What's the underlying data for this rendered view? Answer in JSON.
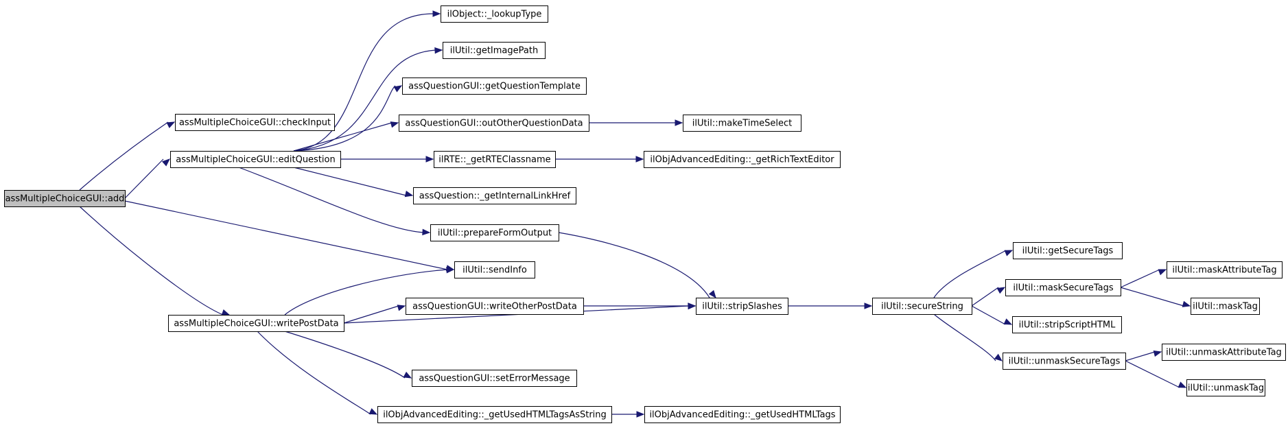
{
  "graph": {
    "edge_color": "#191970",
    "root_fill": "#bfbfbf",
    "nodes": [
      {
        "id": "add",
        "label": "assMultipleChoiceGUI::add",
        "root": true
      },
      {
        "id": "checkInput",
        "label": "assMultipleChoiceGUI::checkInput"
      },
      {
        "id": "editQuestion",
        "label": "assMultipleChoiceGUI::editQuestion"
      },
      {
        "id": "writePostData",
        "label": "assMultipleChoiceGUI::writePostData"
      },
      {
        "id": "lookupType",
        "label": "ilObject::_lookupType"
      },
      {
        "id": "getImagePath",
        "label": "ilUtil::getImagePath"
      },
      {
        "id": "getQuestionTemplate",
        "label": "assQuestionGUI::getQuestionTemplate"
      },
      {
        "id": "outOtherQuestionData",
        "label": "assQuestionGUI::outOtherQuestionData"
      },
      {
        "id": "getRTEClassname",
        "label": "ilRTE::_getRTEClassname"
      },
      {
        "id": "getInternalLinkHref",
        "label": "assQuestion::_getInternalLinkHref"
      },
      {
        "id": "prepareFormOutput",
        "label": "ilUtil::prepareFormOutput"
      },
      {
        "id": "sendInfo",
        "label": "ilUtil::sendInfo"
      },
      {
        "id": "writeOtherPostData",
        "label": "assQuestionGUI::writeOtherPostData"
      },
      {
        "id": "setErrorMessage",
        "label": "assQuestionGUI::setErrorMessage"
      },
      {
        "id": "getUsedHTMLTagsAsString",
        "label": "ilObjAdvancedEditing::_getUsedHTMLTagsAsString"
      },
      {
        "id": "makeTimeSelect",
        "label": "ilUtil::makeTimeSelect"
      },
      {
        "id": "getRichTextEditor",
        "label": "ilObjAdvancedEditing::_getRichTextEditor"
      },
      {
        "id": "stripSlashes",
        "label": "ilUtil::stripSlashes"
      },
      {
        "id": "getUsedHTMLTags",
        "label": "ilObjAdvancedEditing::_getUsedHTMLTags"
      },
      {
        "id": "secureString",
        "label": "ilUtil::secureString"
      },
      {
        "id": "getSecureTags",
        "label": "ilUtil::getSecureTags"
      },
      {
        "id": "maskSecureTags",
        "label": "ilUtil::maskSecureTags"
      },
      {
        "id": "stripScriptHTML",
        "label": "ilUtil::stripScriptHTML"
      },
      {
        "id": "unmaskSecureTags",
        "label": "ilUtil::unmaskSecureTags"
      },
      {
        "id": "maskAttributeTag",
        "label": "ilUtil::maskAttributeTag"
      },
      {
        "id": "maskTag",
        "label": "ilUtil::maskTag"
      },
      {
        "id": "unmaskAttributeTag",
        "label": "ilUtil::unmaskAttributeTag"
      },
      {
        "id": "unmaskTag",
        "label": "ilUtil::unmaskTag"
      }
    ],
    "edges": [
      {
        "from": "add",
        "to": "checkInput"
      },
      {
        "from": "add",
        "to": "editQuestion"
      },
      {
        "from": "add",
        "to": "sendInfo"
      },
      {
        "from": "add",
        "to": "writePostData"
      },
      {
        "from": "editQuestion",
        "to": "lookupType"
      },
      {
        "from": "editQuestion",
        "to": "getImagePath"
      },
      {
        "from": "editQuestion",
        "to": "getQuestionTemplate"
      },
      {
        "from": "editQuestion",
        "to": "outOtherQuestionData"
      },
      {
        "from": "editQuestion",
        "to": "getRTEClassname"
      },
      {
        "from": "editQuestion",
        "to": "getInternalLinkHref"
      },
      {
        "from": "editQuestion",
        "to": "prepareFormOutput"
      },
      {
        "from": "outOtherQuestionData",
        "to": "makeTimeSelect"
      },
      {
        "from": "getRTEClassname",
        "to": "getRichTextEditor"
      },
      {
        "from": "prepareFormOutput",
        "to": "stripSlashes"
      },
      {
        "from": "writePostData",
        "to": "sendInfo"
      },
      {
        "from": "writePostData",
        "to": "writeOtherPostData"
      },
      {
        "from": "writePostData",
        "to": "stripSlashes"
      },
      {
        "from": "writePostData",
        "to": "setErrorMessage"
      },
      {
        "from": "writePostData",
        "to": "getUsedHTMLTagsAsString"
      },
      {
        "from": "writeOtherPostData",
        "to": "stripSlashes"
      },
      {
        "from": "getUsedHTMLTagsAsString",
        "to": "getUsedHTMLTags"
      },
      {
        "from": "stripSlashes",
        "to": "secureString"
      },
      {
        "from": "secureString",
        "to": "getSecureTags"
      },
      {
        "from": "secureString",
        "to": "maskSecureTags"
      },
      {
        "from": "secureString",
        "to": "stripScriptHTML"
      },
      {
        "from": "secureString",
        "to": "unmaskSecureTags"
      },
      {
        "from": "maskSecureTags",
        "to": "maskAttributeTag"
      },
      {
        "from": "maskSecureTags",
        "to": "maskTag"
      },
      {
        "from": "unmaskSecureTags",
        "to": "unmaskAttributeTag"
      },
      {
        "from": "unmaskSecureTags",
        "to": "unmaskTag"
      }
    ]
  }
}
